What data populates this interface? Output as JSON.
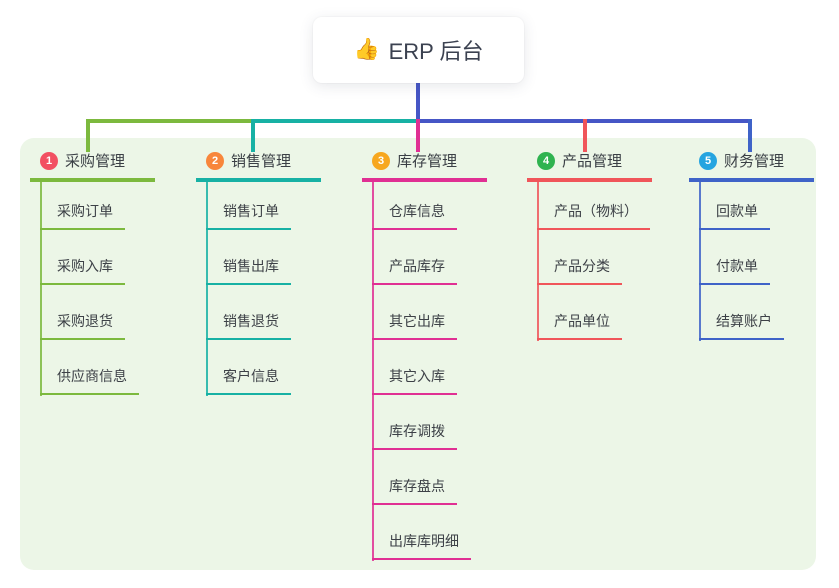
{
  "app": {
    "view": "mindmap-canvas"
  },
  "colors": {
    "canvas_bg": "#ffffff",
    "panel_bg": "#ecf6e7",
    "connector_blue": "#4656c6",
    "text_dark": "#3b4150"
  },
  "root": {
    "icon": "👍",
    "label": "ERP 后台"
  },
  "branches": [
    {
      "num": "1",
      "title": "采购管理",
      "color": "#7cb93e",
      "badge_color": "#f25062",
      "items": [
        "采购订单",
        "采购入库",
        "采购退货",
        "供应商信息"
      ]
    },
    {
      "num": "2",
      "title": "销售管理",
      "color": "#17b1a4",
      "badge_color": "#f8863b",
      "items": [
        "销售订单",
        "销售出库",
        "销售退货",
        "客户信息"
      ]
    },
    {
      "num": "3",
      "title": "库存管理",
      "color": "#e02f93",
      "badge_color": "#f7a71f",
      "items": [
        "仓库信息",
        "产品库存",
        "其它出库",
        "其它入库",
        "库存调拨",
        "库存盘点",
        "出库库明细"
      ]
    },
    {
      "num": "4",
      "title": "产品管理",
      "color": "#f0555a",
      "badge_color": "#2fb350",
      "items": [
        "产品（物料）",
        "产品分类",
        "产品单位"
      ]
    },
    {
      "num": "5",
      "title": "财务管理",
      "color": "#3f63c8",
      "badge_color": "#25a4e0",
      "items": [
        "回款单",
        "付款单",
        "结算账户"
      ]
    }
  ]
}
